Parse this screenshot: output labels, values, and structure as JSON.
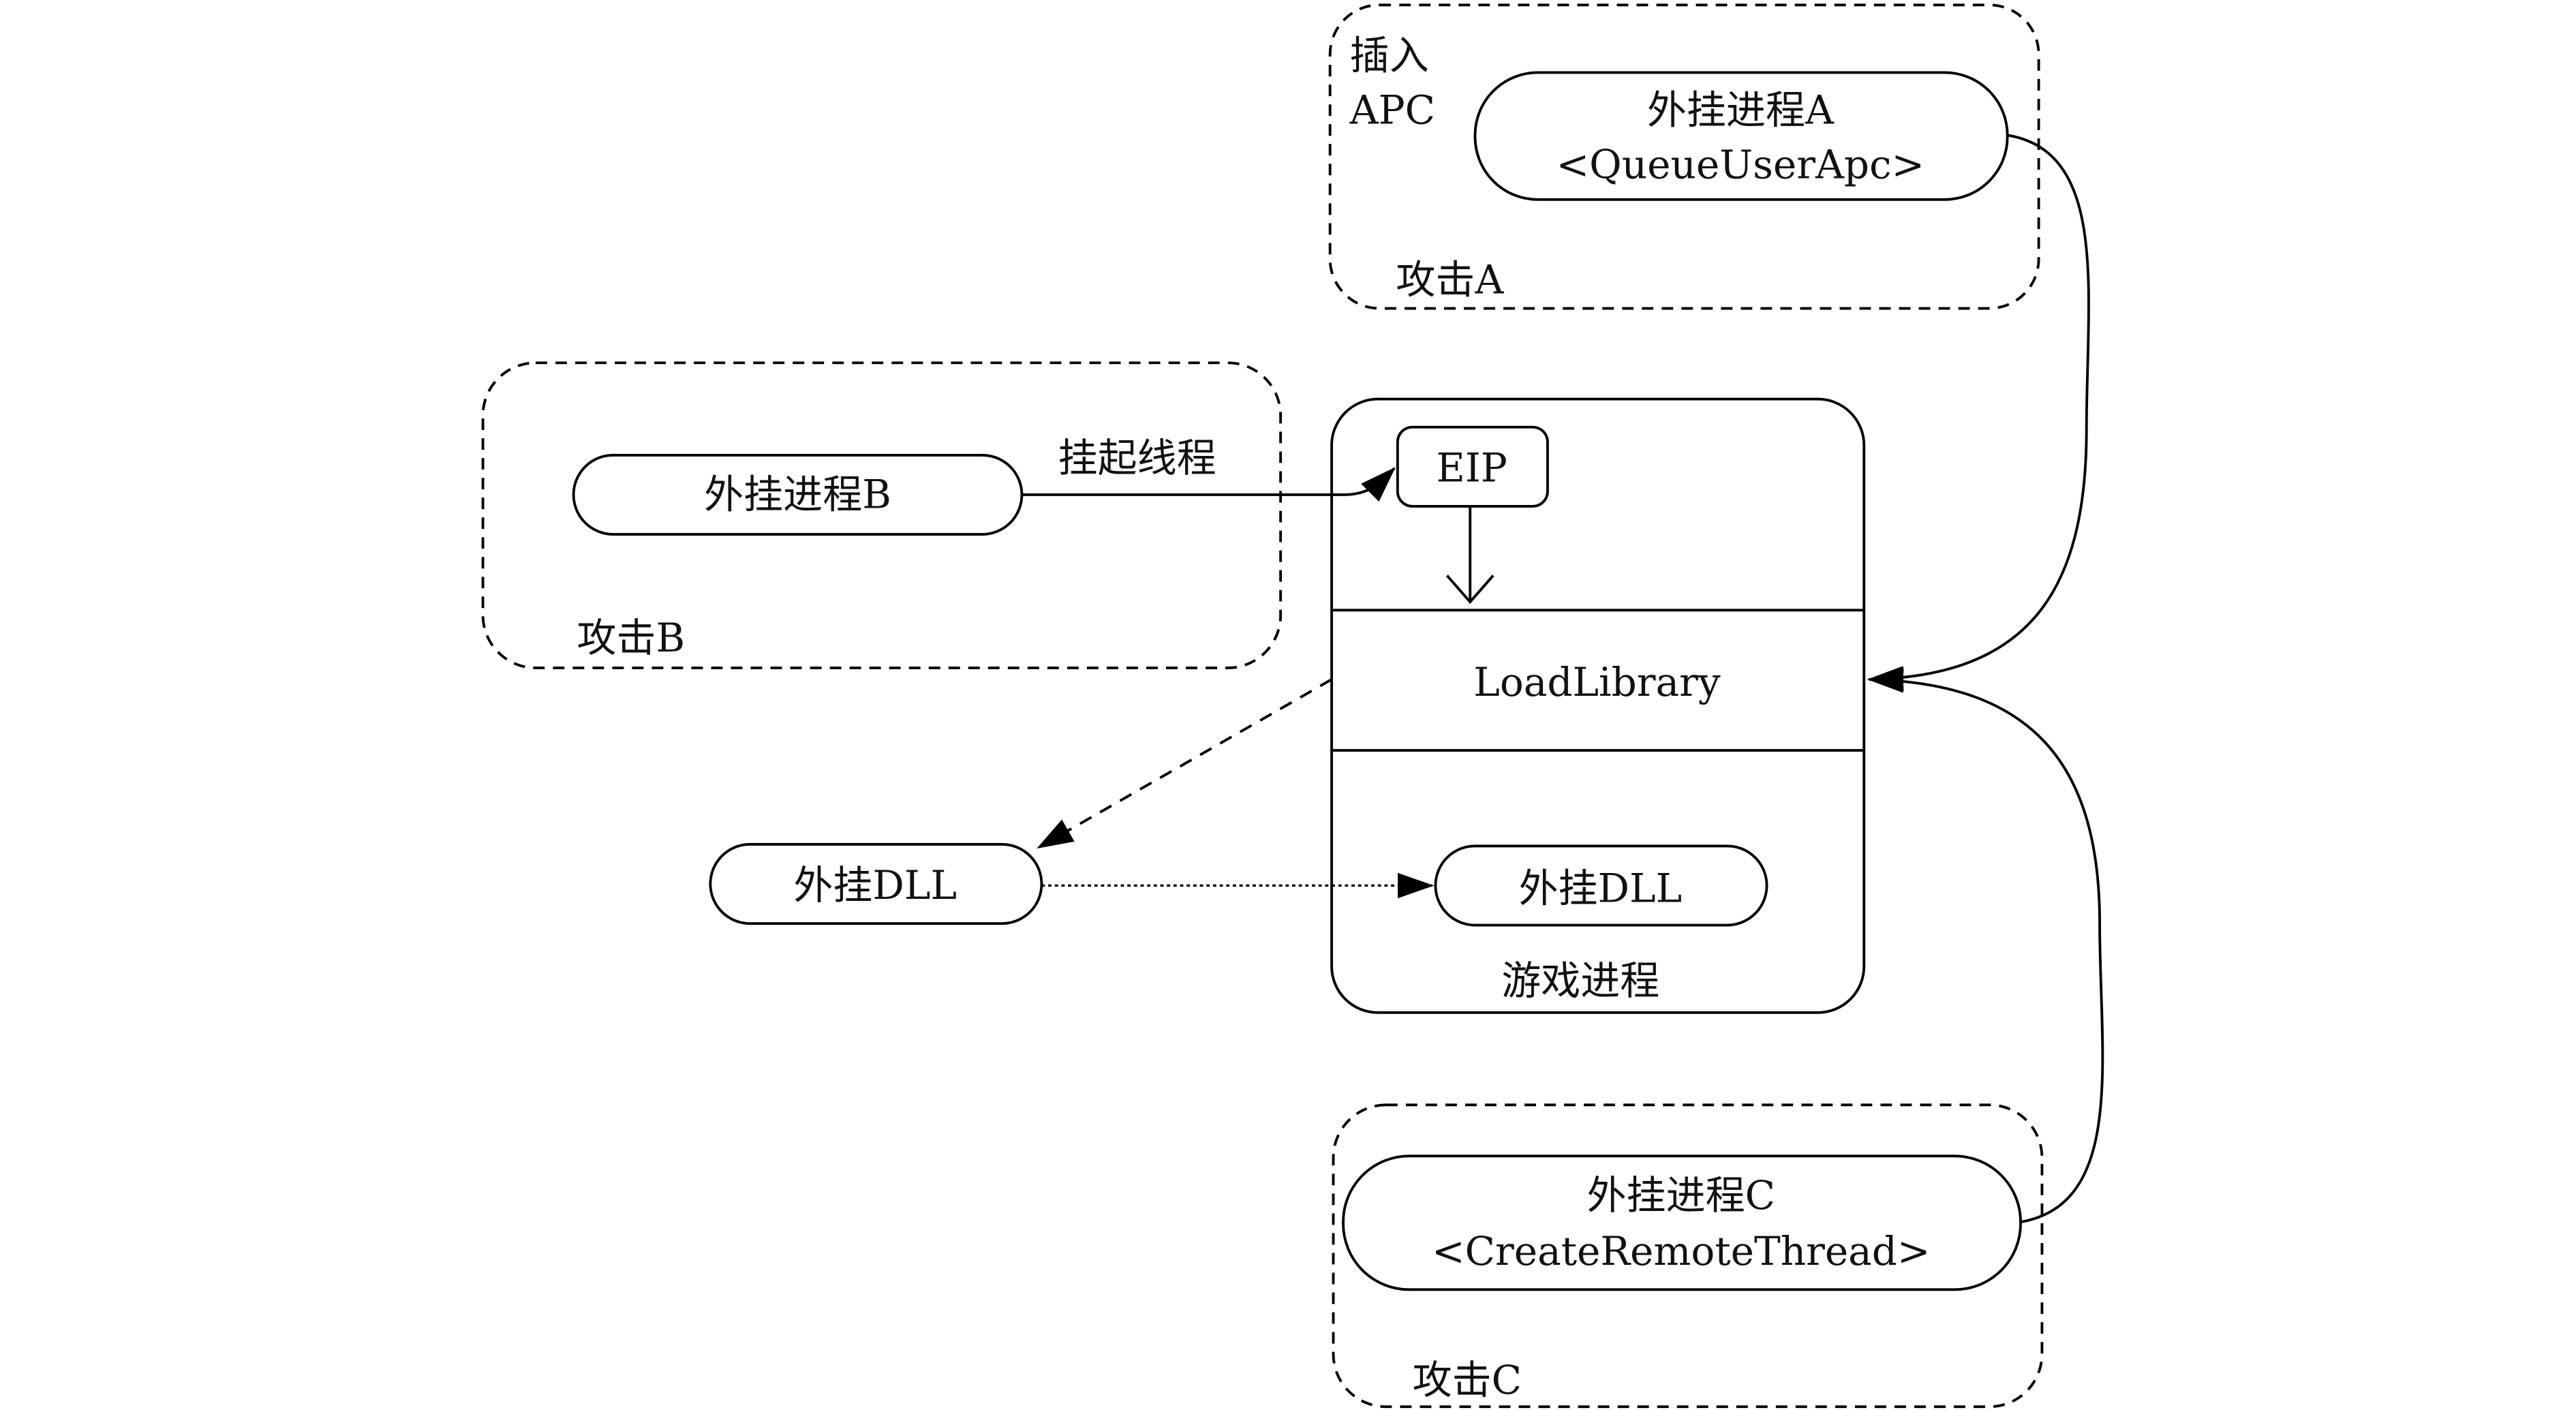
{
  "attack_a": {
    "title": "攻击A",
    "insert_label_line1": "插入",
    "insert_label_line2": "APC",
    "process_label": "外挂进程A",
    "process_api": "<QueueUserApc>"
  },
  "attack_b": {
    "title": "攻击B",
    "process_label": "外挂进程B",
    "edge_label": "挂起线程"
  },
  "attack_c": {
    "title": "攻击C",
    "process_label": "外挂进程C",
    "process_api": "<CreateRemoteThread>"
  },
  "game_process": {
    "title": "游戏进程",
    "eip_label": "EIP",
    "loadlibrary_label": "LoadLibrary",
    "dll_label": "外挂DLL"
  },
  "external_dll": {
    "label": "外挂DLL"
  }
}
